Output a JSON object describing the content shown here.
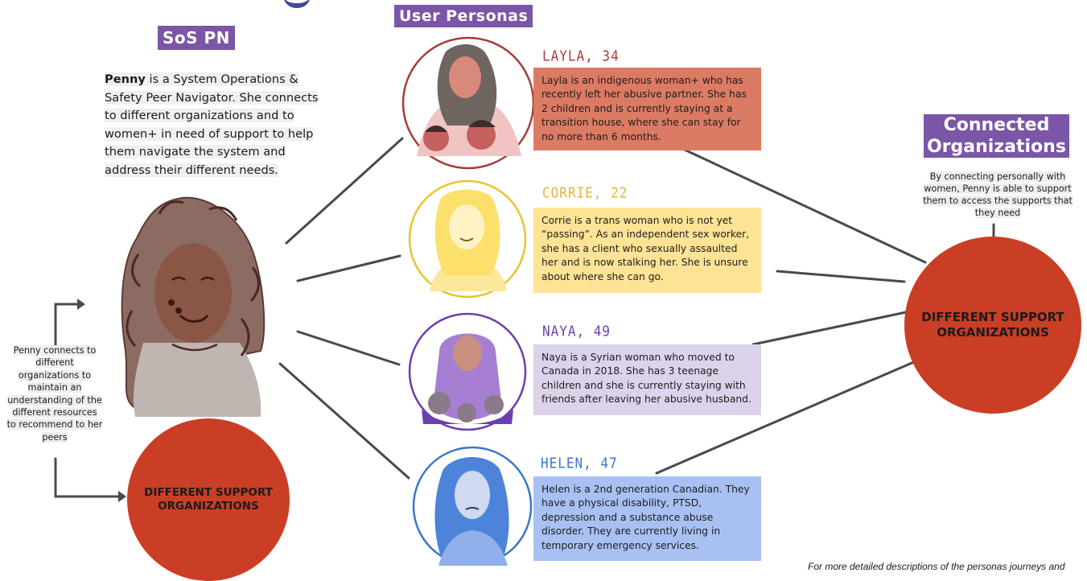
{
  "colors": {
    "tag_purple": "#7b55a6",
    "org_red": "#ca3e25",
    "line_gray": "#4a4a4a",
    "layla": "#dc7b63",
    "corrie": "#fde395",
    "naya": "#dcd3ea",
    "helen": "#a8c0f2"
  },
  "section_titles": {
    "sos": "SoS PN",
    "user_personas": "User Personas",
    "connected_orgs": "Connected Organizations"
  },
  "penny": {
    "name": "Penny",
    "description": " is a System Operations & Safety Peer Navigator. She connects to different organizations and to women+ in need of support to help them navigate the system and address their different needs."
  },
  "penny_connect_note": "Penny connects to different organizations to maintain an understanding of the different resources to recommend to her peers",
  "left_org_circle": "DIFFERENT SUPPORT ORGANIZATIONS",
  "right_org_circle": "DIFFERENT SUPPORT ORGANIZATIONS",
  "connected_description": "By connecting personally with women, Penny is able to support them to access the supports that they need",
  "personas": [
    {
      "name": "LAYLA, 34",
      "description": "Layla is an indigenous woman+ who has recently left her abusive partner. She has 2 children and is currently staying at a transition house, where she can stay for no more than 6 months."
    },
    {
      "name": "CORRIE, 22",
      "description": "Corrie is a trans woman who is not yet “passing”. As an independent sex worker, she has a client who sexually assaulted her and is now stalking her. She is unsure about where she can go."
    },
    {
      "name": "NAYA, 49",
      "description": "Naya is a Syrian woman who moved to Canada in 2018. She has 3 teenage children and she is currently staying with friends after leaving her abusive husband."
    },
    {
      "name": "HELEN, 47",
      "description": "Helen is a 2nd generation Canadian. They have a physical disability, PTSD, depression and a substance abuse disorder. They are currently living in temporary emergency services."
    }
  ],
  "footnote": "For more detailed descriptions of the personas journeys and"
}
